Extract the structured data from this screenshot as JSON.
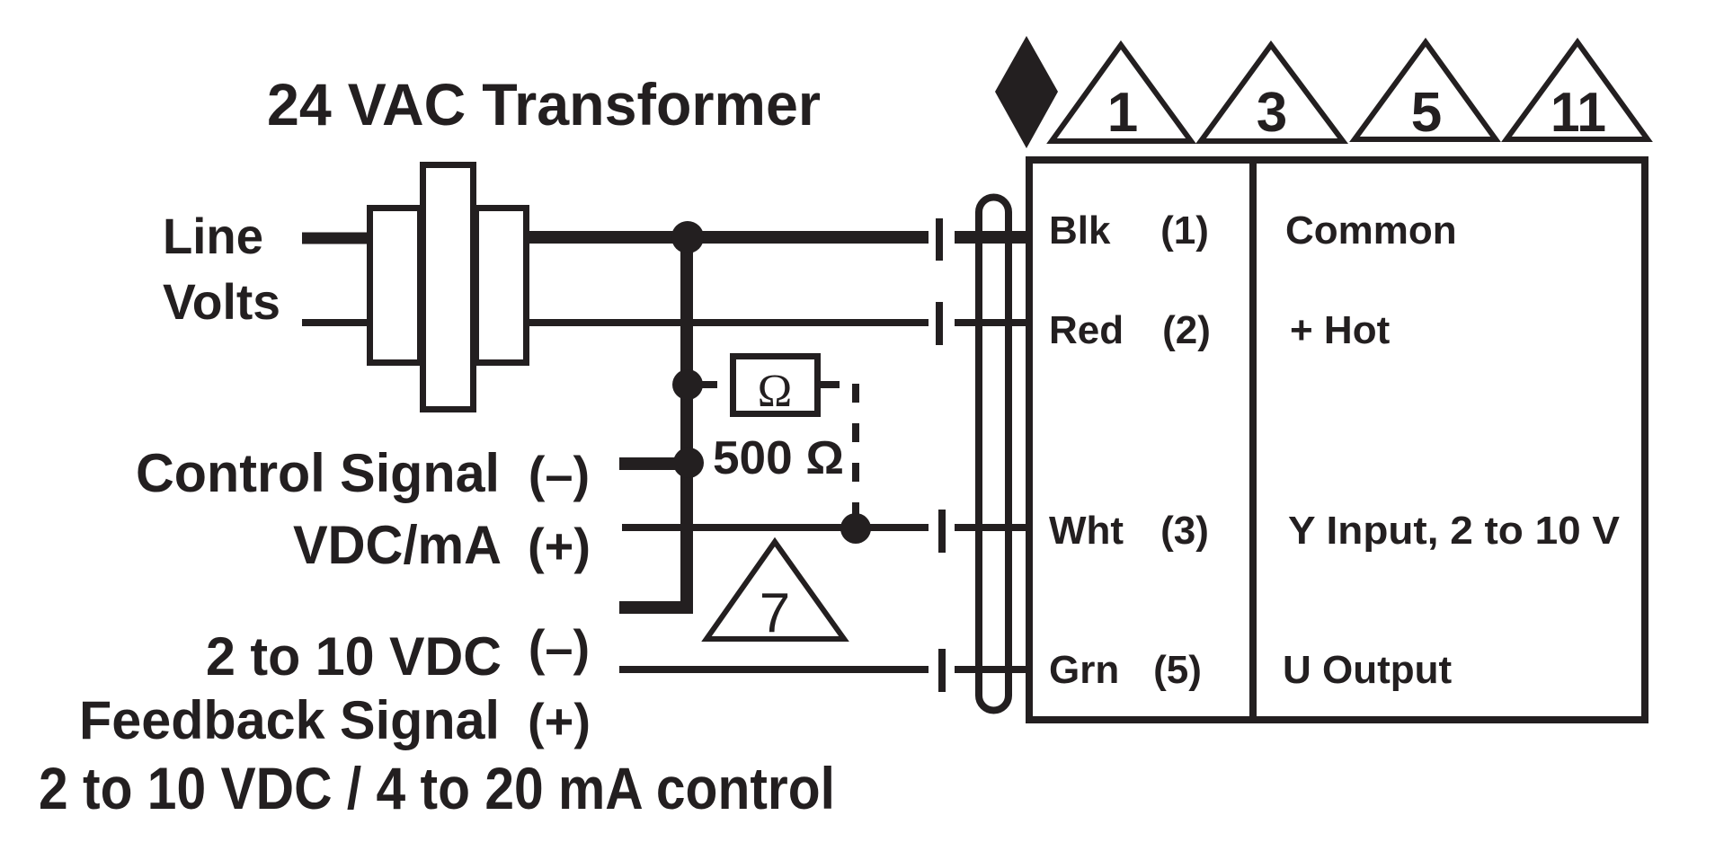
{
  "diagram": {
    "title": "24 VAC Transformer",
    "caption": "2 to 10 VDC / 4 to 20 mA control",
    "ink_color": "#231f20",
    "background": "#ffffff",
    "line_volts": {
      "line1": "Line",
      "line2": "Volts"
    },
    "inputs": [
      {
        "label": "Control Signal",
        "polarity": "(–)"
      },
      {
        "label": "VDC/mA",
        "polarity": "(+)"
      },
      {
        "label": "2 to 10 VDC",
        "polarity": "(–)"
      },
      {
        "label": "Feedback Signal",
        "polarity": "(+)"
      }
    ],
    "resistor": {
      "symbol": "Ω",
      "value": "500 Ω",
      "icon": "resistor-icon"
    },
    "note_flags": [
      {
        "shape": "diamond",
        "icon": "diamond-filled-icon",
        "label": ""
      },
      {
        "shape": "triangle",
        "icon": "warning-triangle-icon",
        "label": "1"
      },
      {
        "shape": "triangle",
        "icon": "warning-triangle-icon",
        "label": "3"
      },
      {
        "shape": "triangle",
        "icon": "warning-triangle-icon",
        "label": "5"
      },
      {
        "shape": "triangle",
        "icon": "warning-triangle-icon",
        "label": "11"
      }
    ],
    "inline_note": {
      "shape": "triangle",
      "icon": "warning-triangle-icon",
      "label": "7"
    },
    "terminals": [
      {
        "wire": "Blk",
        "number": "(1)",
        "function": "Common"
      },
      {
        "wire": "Red",
        "number": "(2)",
        "function": "+ Hot"
      },
      {
        "wire": "Wht",
        "number": "(3)",
        "function": "Y Input, 2 to 10 V"
      },
      {
        "wire": "Grn",
        "number": "(5)",
        "function": "U Output"
      }
    ]
  }
}
